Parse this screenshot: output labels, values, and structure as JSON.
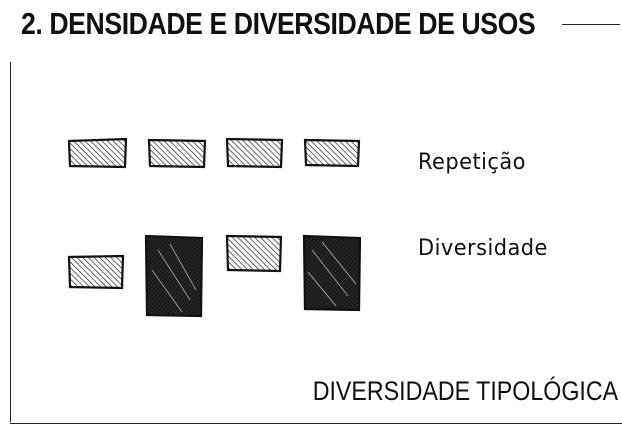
{
  "title": "2. DENSIDADE E DIVERSIDADE DE USOS",
  "labels": {
    "repetition": "Repetição",
    "diversity": "Diversidade"
  },
  "caption": "DIVERSIDADE TIPOLÓGICA",
  "rows": [
    {
      "name": "repetition-row",
      "blocks": [
        "light-hatch",
        "light-hatch",
        "light-hatch",
        "light-hatch"
      ]
    },
    {
      "name": "diversity-row",
      "blocks": [
        "light-hatch",
        "dense-crosshatch",
        "light-hatch",
        "dense-crosshatch"
      ]
    }
  ],
  "colors": {
    "ink": "#111111",
    "paper": "#ffffff"
  }
}
